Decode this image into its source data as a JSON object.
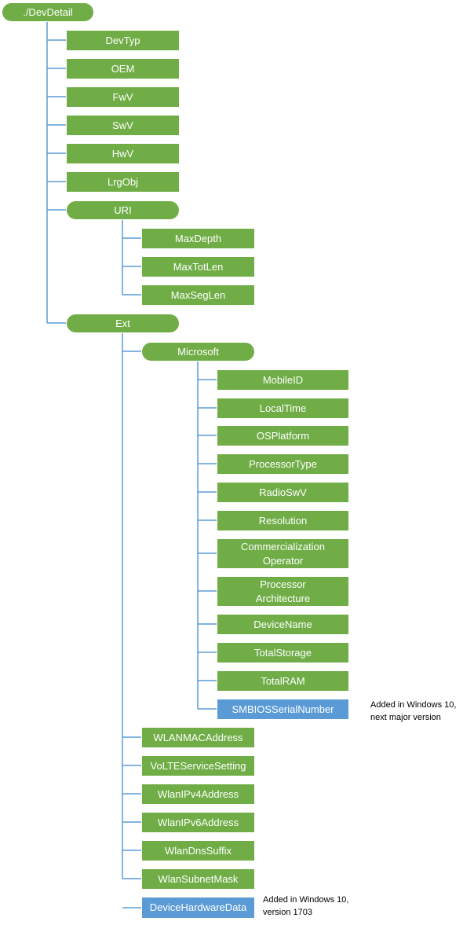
{
  "nodes": {
    "devdetail": "./DevDetail",
    "devtyp": "DevTyp",
    "oem": "OEM",
    "fwv": "FwV",
    "swv": "SwV",
    "hwv": "HwV",
    "lrgobj": "LrgObj",
    "uri": "URI",
    "maxdepth": "MaxDepth",
    "maxtotlen": "MaxTotLen",
    "maxseglen": "MaxSegLen",
    "ext": "Ext",
    "microsoft": "Microsoft",
    "mobileid": "MobileID",
    "localtime": "LocalTime",
    "osplatform": "OSPlatform",
    "processortype": "ProcessorType",
    "radioswv": "RadioSwV",
    "resolution": "Resolution",
    "commercialization_line1": "Commercialization",
    "commercialization_line2": "Operator",
    "processor_arch_line1": "Processor",
    "processor_arch_line2": "Architecture",
    "devicename": "DeviceName",
    "totalstorage": "TotalStorage",
    "totalram": "TotalRAM",
    "smbiosserialnumber": "SMBIOSSerialNumber",
    "wlanmacaddress": "WLANMACAddress",
    "volteservicesetting": "VoLTEServiceSetting",
    "wlanipv4address": "WlanIPv4Address",
    "wlanipv6address": "WlanIPv6Address",
    "wlandnssuffix": "WlanDnsSuffix",
    "wlansubnetmask": "WlanSubnetMask",
    "devicehardwaredata": "DeviceHardwareData"
  },
  "notes": {
    "smbios_line1": "Added in Windows 10,",
    "smbios_line2": "next major version",
    "dhd_line1": "Added in Windows 10,",
    "dhd_line2": "version 1703"
  },
  "colors": {
    "node_green": "#70ad47",
    "node_blue": "#5b9bd5",
    "connector": "#5b9bd5"
  }
}
